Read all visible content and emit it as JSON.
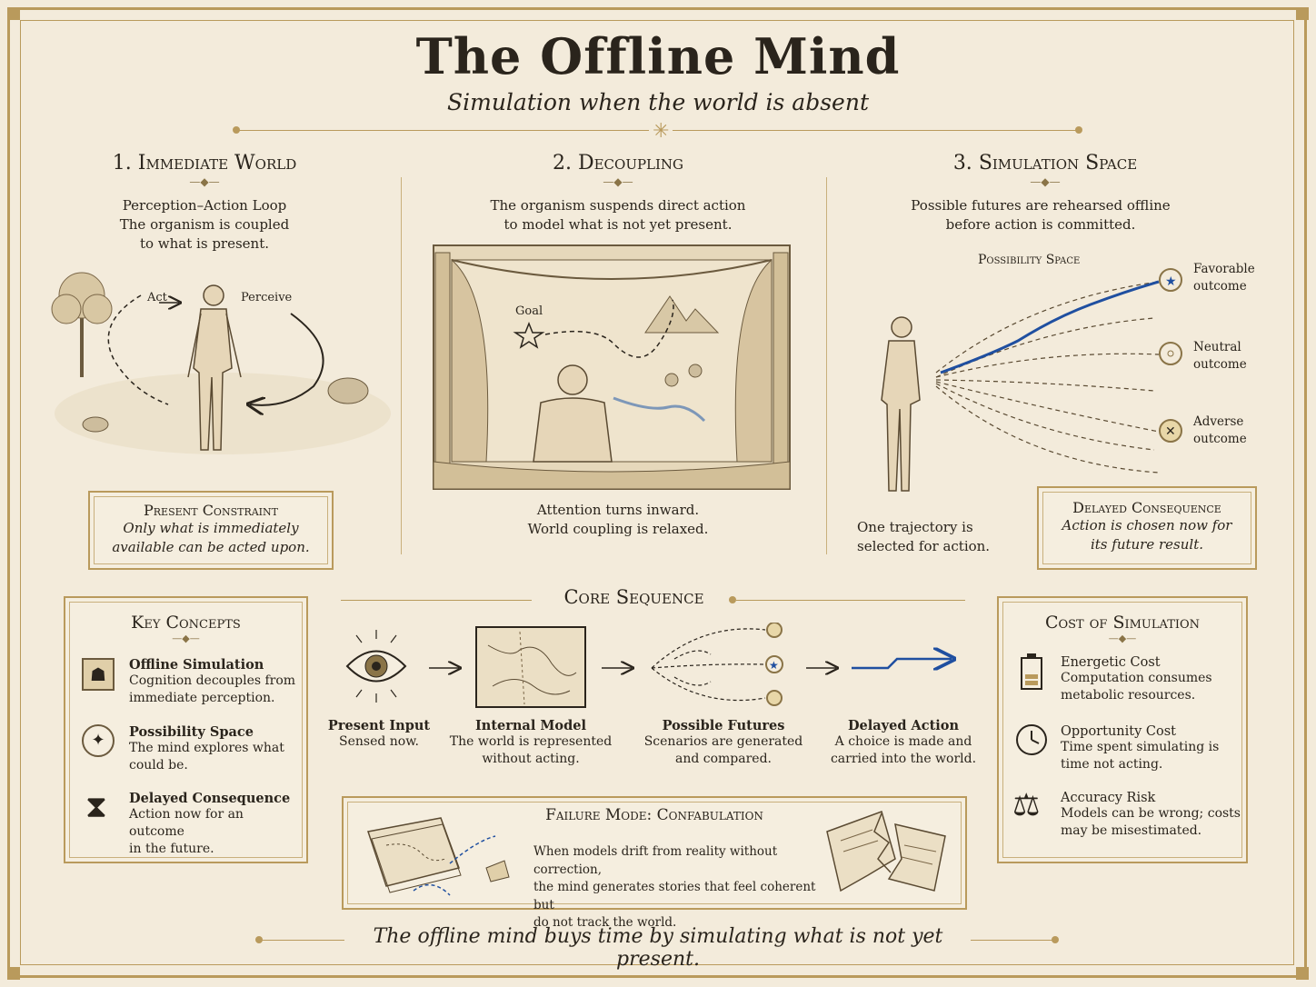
{
  "title": "The Offline Mind",
  "subtitle": "Simulation when the world is absent",
  "sections": [
    {
      "number": "1.",
      "heading": "Immediate World",
      "lines": [
        "Perception–Action Loop",
        "The organism is coupled",
        "to what is present."
      ],
      "labels": {
        "act": "Act",
        "perceive": "Perceive"
      }
    },
    {
      "number": "2.",
      "heading": "Decoupling",
      "lines": [
        "The organism suspends direct action",
        "to model what is not yet present."
      ],
      "labels": {
        "goal": "Goal"
      },
      "caption": [
        "Attention turns inward.",
        "World coupling is relaxed."
      ]
    },
    {
      "number": "3.",
      "heading": "Simulation Space",
      "lines": [
        "Possible futures are rehearsed offline",
        "before action is committed."
      ],
      "possibility_label": "Possibility Space",
      "outcomes": [
        [
          "Favorable",
          "outcome"
        ],
        [
          "Neutral",
          "outcome"
        ],
        [
          "Adverse",
          "outcome"
        ]
      ],
      "caption": [
        "One trajectory is",
        "selected for action."
      ]
    }
  ],
  "present_constraint": {
    "title": "Present Constraint",
    "lines": [
      "Only what is immediately",
      "available can be acted upon."
    ]
  },
  "delayed_consequence_box": {
    "title": "Delayed Consequence",
    "lines": [
      "Action is chosen now for",
      "its future result."
    ]
  },
  "key_concepts": {
    "title": "Key Concepts",
    "items": [
      {
        "icon": "framed-figure-icon",
        "title": "Offline Simulation",
        "lines": [
          "Cognition decouples from",
          "immediate perception."
        ]
      },
      {
        "icon": "compass-icon",
        "title": "Possibility Space",
        "lines": [
          "The mind explores what",
          "could be."
        ]
      },
      {
        "icon": "hourglass-icon",
        "title": "Delayed Consequence",
        "lines": [
          "Action now for an outcome",
          "in the future."
        ]
      }
    ]
  },
  "core_sequence": {
    "title": "Core Sequence",
    "steps": [
      {
        "icon": "eye-icon",
        "title": "Present Input",
        "lines": [
          "Sensed now."
        ]
      },
      {
        "icon": "map-icon",
        "title": "Internal Model",
        "lines": [
          "The world is represented",
          "without acting."
        ]
      },
      {
        "icon": "branching-paths-icon",
        "title": "Possible Futures",
        "lines": [
          "Scenarios are generated",
          "and compared."
        ]
      },
      {
        "icon": "blue-arrow-icon",
        "title": "Delayed Action",
        "lines": [
          "A choice is made and",
          "carried into the world."
        ]
      }
    ]
  },
  "cost_of_simulation": {
    "title": "Cost of Simulation",
    "items": [
      {
        "icon": "battery-icon",
        "title": "Energetic Cost",
        "lines": [
          "Computation consumes",
          "metabolic resources."
        ]
      },
      {
        "icon": "clock-icon",
        "title": "Opportunity Cost",
        "lines": [
          "Time spent simulating is",
          "time not acting."
        ]
      },
      {
        "icon": "scales-icon",
        "title": "Accuracy Risk",
        "lines": [
          "Models can be wrong; costs",
          "may be misestimated."
        ]
      }
    ]
  },
  "failure_mode": {
    "title": "Failure Mode: Confabulation",
    "lines": [
      "When models drift from reality without correction,",
      "the mind generates stories that feel coherent but",
      "do not track the world."
    ]
  },
  "footer": "The offline mind buys time by simulating what is not yet present.",
  "colors": {
    "parchment": "#f3ebdb",
    "gold": "#b99a5c",
    "ink": "#2a241c",
    "accent_blue": "#1f4fa0"
  }
}
